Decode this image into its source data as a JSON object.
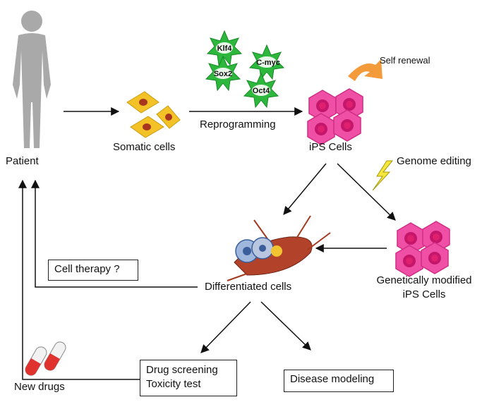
{
  "nodes": {
    "patient": "Patient",
    "somatic_cells": "Somatic cells",
    "ips_cells": "iPS Cells",
    "differentiated_cells": "Differentiated cells",
    "genetically_modified_line1": "Genetically modified",
    "genetically_modified_line2": "iPS Cells",
    "new_drugs": "New drugs"
  },
  "factors": [
    "Klf4",
    "C-myc",
    "Sox2",
    "Oct4"
  ],
  "edges": {
    "reprogramming": "Reprogramming",
    "self_renewal": "Self renewal",
    "genome_editing": "Genome editing"
  },
  "boxes": {
    "cell_therapy": "Cell therapy ?",
    "drug_screening": "Drug screening",
    "toxicity_test": "Toxicity test",
    "disease_modeling": "Disease modeling"
  },
  "colors": {
    "factor_star": "#2db83d",
    "ips_hexagon": "#f04fa6",
    "ips_nucleus": "#c4166a",
    "somatic_cell": "#f2c227",
    "somatic_nucleus": "#a8361f",
    "self_renewal_arrow": "#f39a3a",
    "lightning": "#f5e63a",
    "patient_silhouette": "#a9a9a9",
    "pill_red": "#e0322f"
  }
}
